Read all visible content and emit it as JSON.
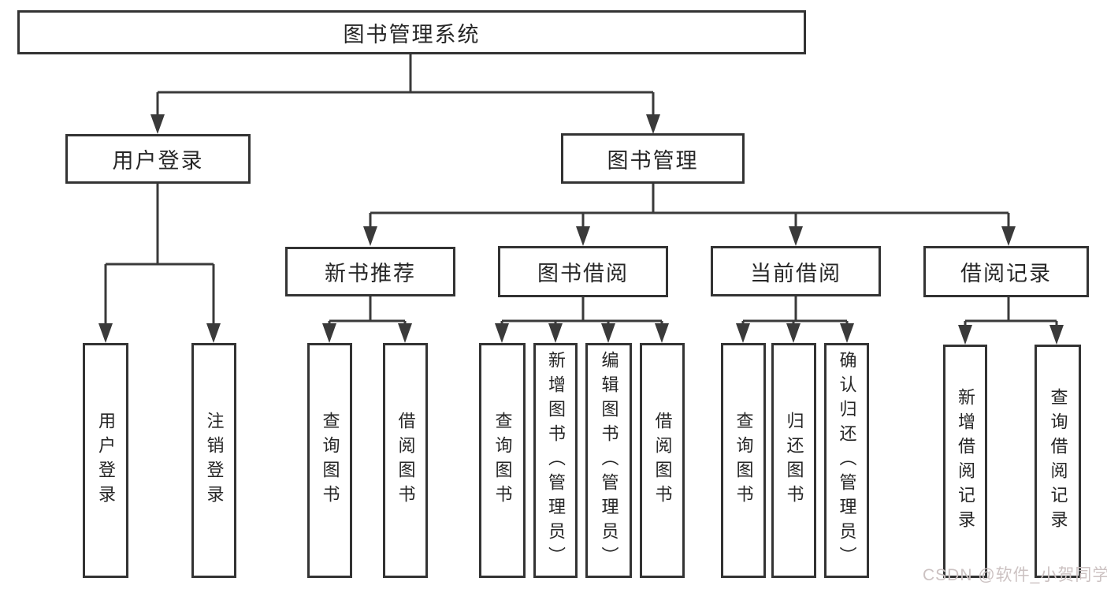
{
  "diagram": {
    "root": {
      "label": "图书管理系统"
    },
    "level2": {
      "user_login": {
        "label": "用户登录"
      },
      "book_management": {
        "label": "图书管理"
      }
    },
    "level3": {
      "new_book_recommend": {
        "label": "新书推荐"
      },
      "book_borrow": {
        "label": "图书借阅"
      },
      "current_borrow": {
        "label": "当前借阅"
      },
      "borrow_records": {
        "label": "借阅记录"
      }
    },
    "leaves": {
      "user_login": {
        "label": "用户登录"
      },
      "logout": {
        "label": "注销登录"
      },
      "query_books_recommend": {
        "label": "查询图书"
      },
      "borrow_books_recommend": {
        "label": "借阅图书"
      },
      "query_books_borrow": {
        "label": "查询图书"
      },
      "add_books_admin": {
        "label": "新增图书（管理员）"
      },
      "edit_books_admin": {
        "label": "编辑图书（管理员）"
      },
      "borrow_books": {
        "label": "借阅图书"
      },
      "query_books_current": {
        "label": "查询图书"
      },
      "return_books": {
        "label": "归还图书"
      },
      "confirm_return_admin": {
        "label": "确认归还（管理员）"
      },
      "add_borrow_record": {
        "label": "新增借阅记录"
      },
      "query_borrow_record": {
        "label": "查询借阅记录"
      }
    }
  },
  "watermark": {
    "text": "CSDN @软件_小贺同学"
  },
  "colors": {
    "line": "#3a3a3a",
    "border": "#333333",
    "text": "#262626",
    "watermark": "#ccc2c2",
    "bg": "#ffffff"
  }
}
